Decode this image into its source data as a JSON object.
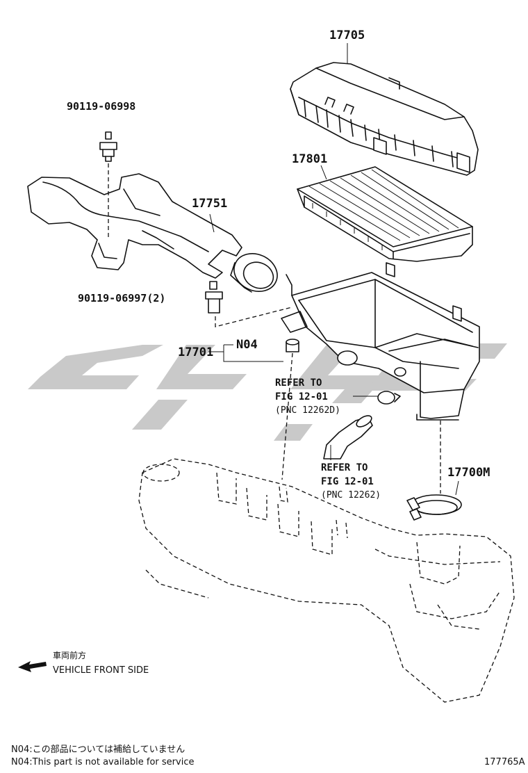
{
  "parts": {
    "cover": "17705",
    "filter": "17801",
    "inlet_hose": "17751",
    "bolt_top": "90119-06998",
    "bolt_side": "90119-06997(2)",
    "case": "17701",
    "n04": "N04",
    "clamp": "17700M"
  },
  "refs": {
    "ref1_l1": "REFER TO",
    "ref1_l2": "FIG 12-01",
    "ref1_l3": "(PNC 12262D)",
    "ref2_l1": "REFER TO",
    "ref2_l2": "FIG 12-01",
    "ref2_l3": "(PNC 12262)"
  },
  "direction": {
    "jp": "車両前方",
    "en": "VEHICLE FRONT SIDE",
    "icon": "arrow-left-icon"
  },
  "footnotes": {
    "jp": "N04:この部品については補給していません",
    "en": "N04:This part is not available for service"
  },
  "figure_id": "177765A"
}
